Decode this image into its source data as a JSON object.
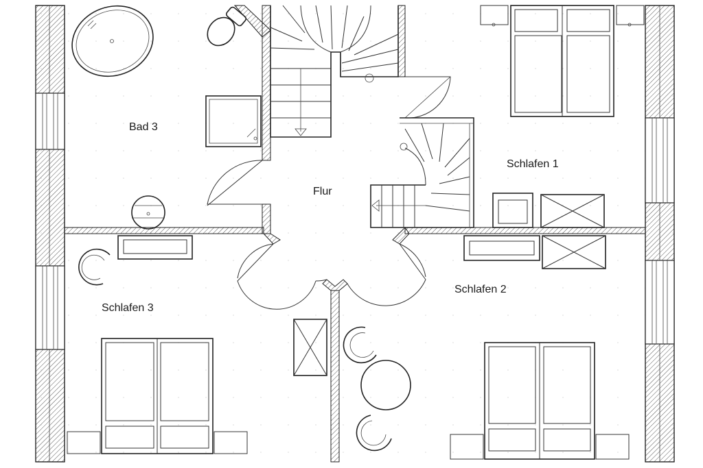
{
  "plan": {
    "rooms": [
      {
        "id": "bad3",
        "label": "Bad 3"
      },
      {
        "id": "flur",
        "label": "Flur"
      },
      {
        "id": "schlafen1",
        "label": "Schlafen 1"
      },
      {
        "id": "schlafen2",
        "label": "Schlafen 2"
      },
      {
        "id": "schlafen3",
        "label": "Schlafen 3"
      }
    ]
  },
  "colors": {
    "line": "#222222",
    "hatch": "#555555",
    "background": "#ffffff"
  }
}
